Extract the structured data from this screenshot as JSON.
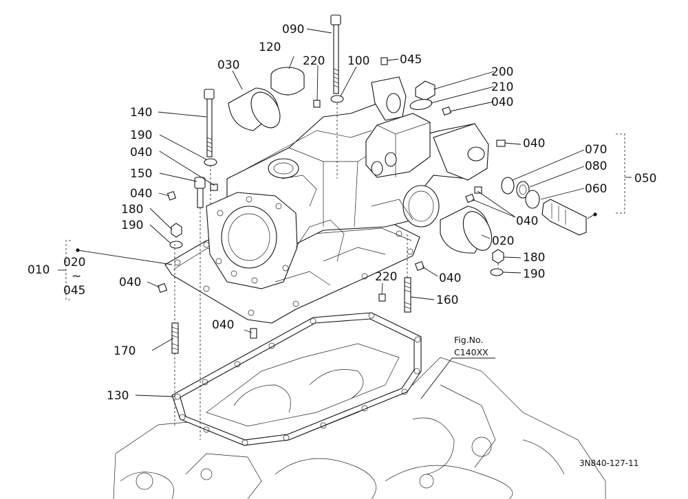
{
  "labels": {
    "p010": "010",
    "p020_range_start": "020",
    "p020_tilde": "~",
    "p020_range_end": "045",
    "p020": "020",
    "p030": "030",
    "p040": "040",
    "p045": "045",
    "p050": "050",
    "p060": "060",
    "p070": "070",
    "p080": "080",
    "p090": "090",
    "p100": "100",
    "p120": "120",
    "p130": "130",
    "p140": "140",
    "p150": "150",
    "p160": "160",
    "p170": "170",
    "p180": "180",
    "p190": "190",
    "p200": "200",
    "p210": "210",
    "p220": "220"
  },
  "figure": {
    "fig_no_label": "Fig.No.",
    "fig_no_value": "C140XX"
  },
  "drawing_number": "3N840-127-11"
}
